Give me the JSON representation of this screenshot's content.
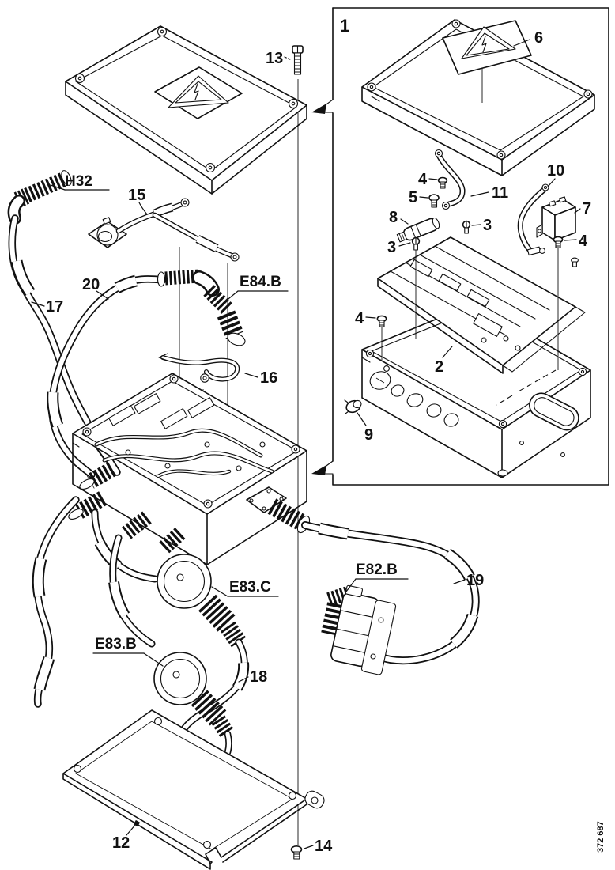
{
  "colors": {
    "ink": "#111111",
    "paper": "#ffffff"
  },
  "main_view": {
    "connector_labels": {
      "h32": "H32",
      "e84b": "E84.B",
      "e83c": "E83.C",
      "e83b": "E83.B",
      "e82b": "E82.B"
    },
    "part_numbers": {
      "n12": "12",
      "n13": "13",
      "n14": "14",
      "n15": "15",
      "n16": "16",
      "n17": "17",
      "n18": "18",
      "n19": "19",
      "n20": "20"
    }
  },
  "inset_view": {
    "frame_label": "1",
    "part_numbers": {
      "n2": "2",
      "n3a": "3",
      "n3b": "3",
      "n4a": "4",
      "n4b": "4",
      "n4c": "4",
      "n5": "5",
      "n6": "6",
      "n7": "7",
      "n8": "8",
      "n9": "9",
      "n10": "10",
      "n11": "11"
    }
  },
  "footer": {
    "drawing_number": "372 687"
  }
}
